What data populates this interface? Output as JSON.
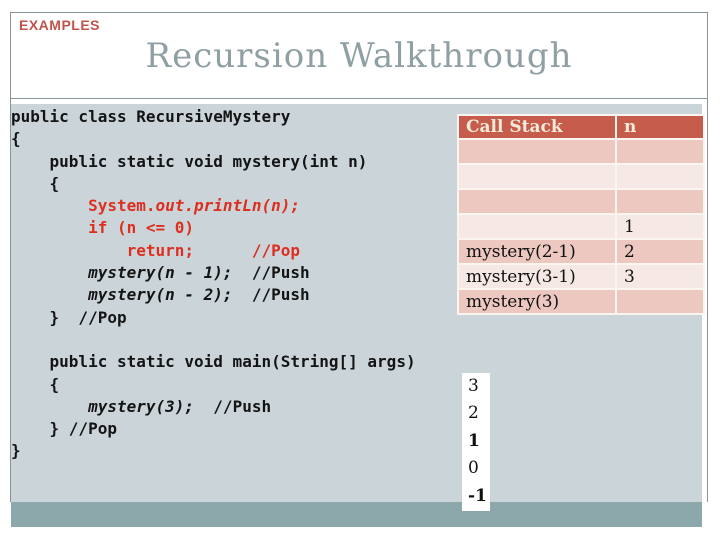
{
  "slide": {
    "kicker": "EXAMPLES",
    "title": "Recursion Walkthrough"
  },
  "code": {
    "lines": [
      [
        {
          "t": "public class RecursiveMystery"
        }
      ],
      [
        {
          "t": "{"
        }
      ],
      [
        {
          "t": "    public static void mystery(int n)"
        }
      ],
      [
        {
          "t": "    {"
        }
      ],
      [
        {
          "t": "        "
        },
        {
          "t": "System.",
          "c": "red"
        },
        {
          "t": "out.printLn(n);",
          "c": "red-italic"
        }
      ],
      [
        {
          "t": "        "
        },
        {
          "t": "if (n <= 0)",
          "c": "red"
        }
      ],
      [
        {
          "t": "            "
        },
        {
          "t": "return;",
          "c": "red"
        },
        {
          "t": "      "
        },
        {
          "t": "//Pop",
          "c": "red"
        }
      ],
      [
        {
          "t": "        "
        },
        {
          "t": "mystery(n - 1);",
          "c": "italic"
        },
        {
          "t": "  //Push"
        }
      ],
      [
        {
          "t": "        "
        },
        {
          "t": "mystery(n - 2);",
          "c": "italic"
        },
        {
          "t": "  //Push"
        }
      ],
      [
        {
          "t": "    }  //Pop"
        }
      ],
      [
        {
          "t": ""
        }
      ],
      [
        {
          "t": "    public static void main(String[] args)"
        }
      ],
      [
        {
          "t": "    {"
        }
      ],
      [
        {
          "t": "        "
        },
        {
          "t": "mystery(3);",
          "c": "italic"
        },
        {
          "t": "  //Push"
        }
      ],
      [
        {
          "t": "    } //Pop"
        }
      ],
      [
        {
          "t": "}"
        }
      ]
    ]
  },
  "call_stack_table": {
    "header": [
      "Call Stack",
      "n"
    ],
    "rows": [
      {
        "call_stack": "",
        "n": ""
      },
      {
        "call_stack": "",
        "n": ""
      },
      {
        "call_stack": "",
        "n": ""
      },
      {
        "call_stack": "",
        "n": "1"
      },
      {
        "call_stack": "mystery(2-1)",
        "n": "2"
      },
      {
        "call_stack": "mystery(3-1)",
        "n": "3"
      },
      {
        "call_stack": "mystery(3)",
        "n": ""
      }
    ]
  },
  "program_output": [
    "3",
    "2",
    "1",
    "0",
    "-1"
  ],
  "colors": {
    "accent_red": "#c0544c",
    "code_red": "#dd2f20",
    "table_header_bg": "#c65c4b",
    "table_header_fg": "#f2ead9",
    "row_dark": "#ecc8c0",
    "row_light": "#f6e9e5",
    "content_bg": "#cbd5d9",
    "footer_band": "#8ca8ab",
    "title_gray": "#8f9fa3",
    "frame_line": "#87949b"
  }
}
